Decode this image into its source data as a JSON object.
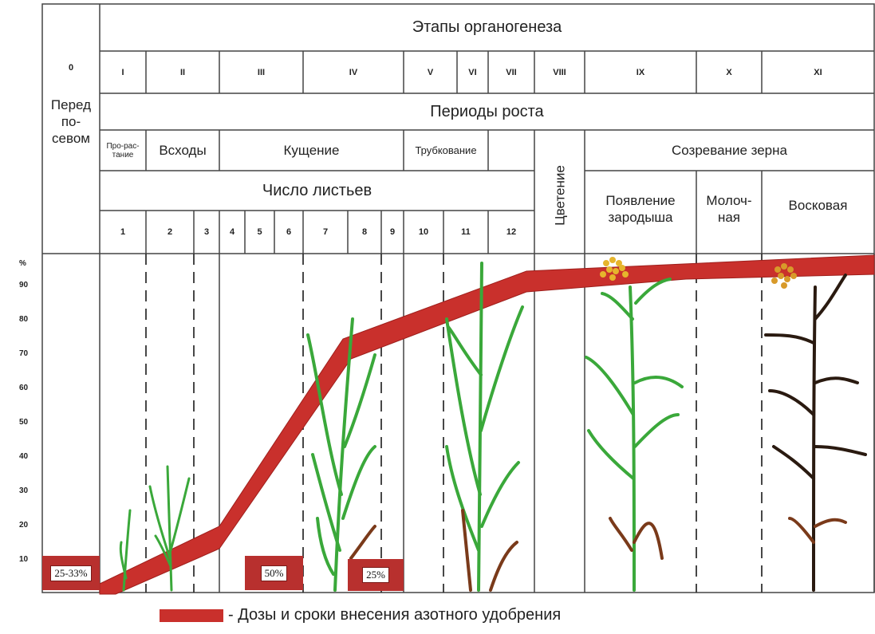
{
  "header": {
    "organogenesis_title": "Этапы органогенеза",
    "growth_periods_title": "Периоды роста",
    "leaf_count_title": "Число листьев"
  },
  "stages": [
    "0",
    "I",
    "II",
    "III",
    "IV",
    "V",
    "VI",
    "VII",
    "VIII",
    "IX",
    "X",
    "XI"
  ],
  "pre_sowing": "Перед по-севом",
  "periods": {
    "germination": "Про-рас-тание",
    "shoots": "Всходы",
    "tillering": "Кущение",
    "booting": "Трубкование",
    "flowering": "Цветение",
    "grain_ripening": "Созревание зерна"
  },
  "ripening_phases": {
    "embryo": "Появление зародыша",
    "milky": "Молоч-ная",
    "waxy": "Восковая"
  },
  "leaves": [
    "1",
    "2",
    "3",
    "4",
    "5",
    "6",
    "7",
    "8",
    "9",
    "10",
    "11",
    "12"
  ],
  "y_axis": {
    "unit": "%",
    "ticks": [
      "90",
      "80",
      "70",
      "60",
      "50",
      "40",
      "30",
      "20",
      "10"
    ]
  },
  "doses": [
    "25-33%",
    "50%",
    "25%"
  ],
  "legend": "- Дозы и сроки внесения азотного удобрения",
  "colors": {
    "nitrogen_band": "#c9302c",
    "plant_green": "#3aa83a",
    "grain": "#e6b52c"
  }
}
